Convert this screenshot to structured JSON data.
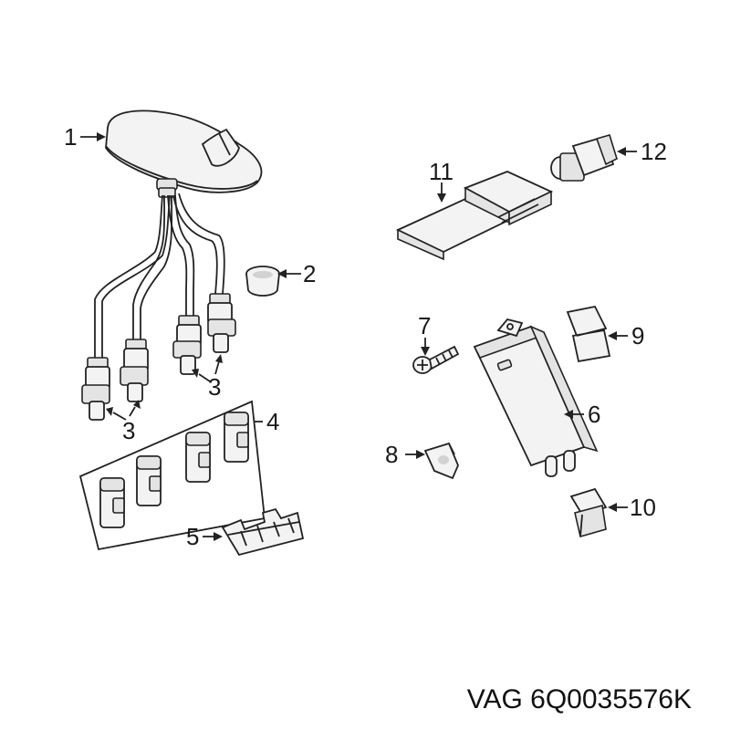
{
  "labels": {
    "p1": "1",
    "p2": "2",
    "p3a": "3",
    "p3b": "3",
    "p4": "4",
    "p5": "5",
    "p6": "6",
    "p7": "7",
    "p8": "8",
    "p9": "9",
    "p10": "10",
    "p11": "11",
    "p12": "12"
  },
  "part_number": "VAG 6Q0035576K"
}
